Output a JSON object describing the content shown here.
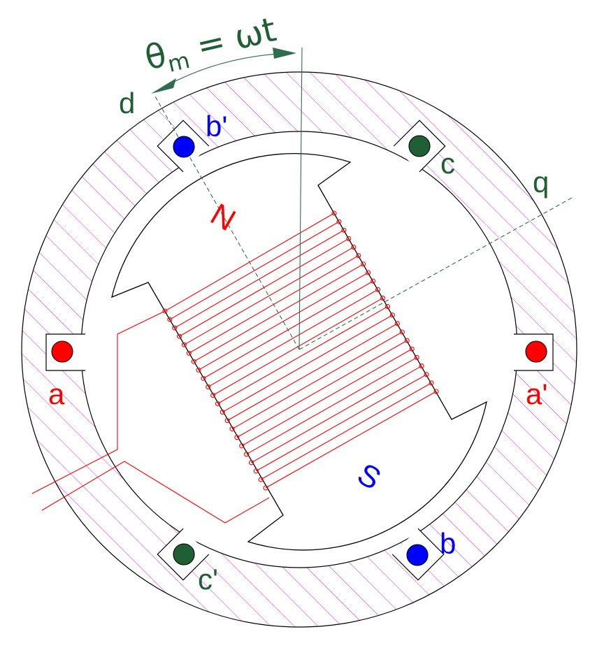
{
  "diagram": {
    "theta_label": "θ",
    "theta_sub": "m",
    "theta_rest": " = ωt",
    "axis_d": "d",
    "axis_q": "q",
    "pole_north": "N",
    "pole_south": "S",
    "conductors": [
      {
        "id": "a",
        "label": "a",
        "color": "#ff0000"
      },
      {
        "id": "a-prime",
        "label": "a'",
        "color": "#ff0000"
      },
      {
        "id": "b",
        "label": "b",
        "color": "#0000ff"
      },
      {
        "id": "b-prime",
        "label": "b'",
        "color": "#0000ff"
      },
      {
        "id": "c",
        "label": "c",
        "color": "#1f5f33"
      },
      {
        "id": "c-prime",
        "label": "c'",
        "color": "#1f5f33"
      }
    ],
    "colors": {
      "hatch": "#e020e0",
      "winding": "#ff0000",
      "axis": "#2e6e4e",
      "label_green": "#1f5f33",
      "label_red": "#ff0000",
      "label_blue": "#0000ff",
      "outline": "#000000"
    }
  }
}
